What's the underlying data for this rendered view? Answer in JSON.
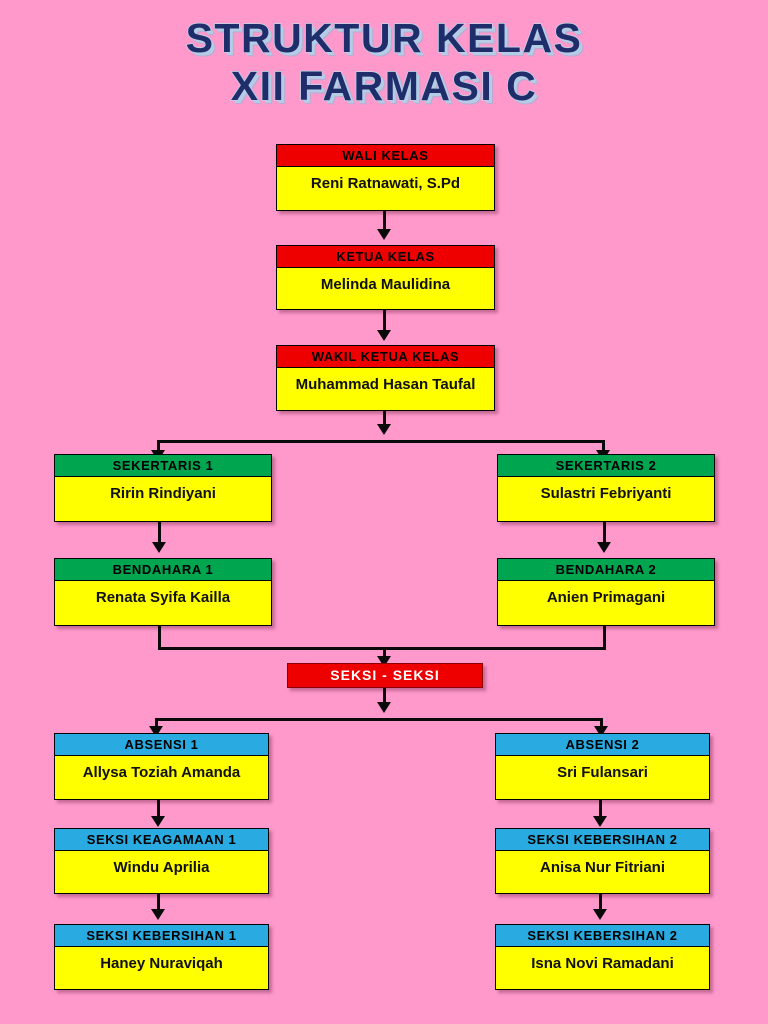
{
  "page": {
    "background_color": "#FF99CC",
    "title_line1": "STRUKTUR KELAS",
    "title_line2": "XII FARMASI C"
  },
  "colors": {
    "red": "#EE0000",
    "green": "#00A550",
    "cyan": "#29ABE2",
    "yellow": "#FFFF00",
    "title_navy": "#1F2D6B",
    "title_outline": "#BFD4EA",
    "connector": "#0A0A0A"
  },
  "nodes": {
    "wali_kelas": {
      "role": "WALI KELAS",
      "name": "Reni Ratnawati, S.Pd"
    },
    "ketua_kelas": {
      "role": "KETUA KELAS",
      "name": "Melinda Maulidina"
    },
    "wakil_ketua_kelas": {
      "role": "WAKIL KETUA KELAS",
      "name": "Muhammad Hasan Taufal"
    },
    "sekertaris_1": {
      "role": "SEKERTARIS 1",
      "name": "Ririn Rindiyani"
    },
    "sekertaris_2": {
      "role": "SEKERTARIS 2",
      "name": "Sulastri Febriyanti"
    },
    "bendahara_1": {
      "role": "BENDAHARA 1",
      "name": "Renata Syifa Kailla"
    },
    "bendahara_2": {
      "role": "BENDAHARA 2",
      "name": "Anien Primagani"
    },
    "seksi_banner": {
      "role": "SEKSI - SEKSI"
    },
    "absensi_1": {
      "role": "ABSENSI 1",
      "name": "Allysa Toziah Amanda"
    },
    "absensi_2": {
      "role": "ABSENSI 2",
      "name": "Sri Fulansari"
    },
    "seksi_keagamaan_1": {
      "role": "SEKSI KEAGAMAAN 1",
      "name": "Windu Aprilia"
    },
    "seksi_kebersihan_2a": {
      "role": "SEKSI KEBERSIHAN 2",
      "name": "Anisa Nur Fitriani"
    },
    "seksi_kebersihan_1": {
      "role": "SEKSI KEBERSIHAN 1",
      "name": "Haney Nuraviqah"
    },
    "seksi_kebersihan_2b": {
      "role": "SEKSI KEBERSIHAN 2",
      "name": "Isna Novi Ramadani"
    }
  }
}
